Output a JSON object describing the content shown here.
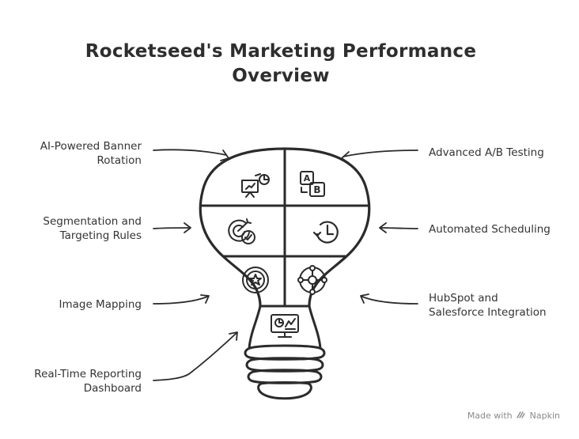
{
  "title": "Rocketseed's Marketing Performance Overview",
  "features": {
    "ai_banner_rotation": {
      "line1": "AI-Powered Banner",
      "line2": "Rotation",
      "icon": "presentation-chart-icon"
    },
    "ab_testing": {
      "line1": "Advanced A/B Testing",
      "icon": "ab-test-icon"
    },
    "segmentation": {
      "line1": "Segmentation and",
      "line2": "Targeting Rules",
      "icon": "target-check-icon"
    },
    "scheduling": {
      "line1": "Automated Scheduling",
      "icon": "clock-history-icon"
    },
    "image_mapping": {
      "line1": "Image Mapping",
      "icon": "star-badge-icon"
    },
    "hubspot": {
      "line1": "HubSpot and",
      "line2": "Salesforce Integration",
      "icon": "hub-network-icon"
    },
    "reporting": {
      "line1": "Real-Time Reporting",
      "line2": "Dashboard",
      "icon": "monitor-dashboard-icon"
    }
  },
  "footer": {
    "made_with": "Made with",
    "brand": "Napkin",
    "icon": "napkin-logo-icon"
  },
  "colors": {
    "stroke": "#2b2b2b",
    "text": "#333333",
    "footer": "#8a8a8a"
  }
}
